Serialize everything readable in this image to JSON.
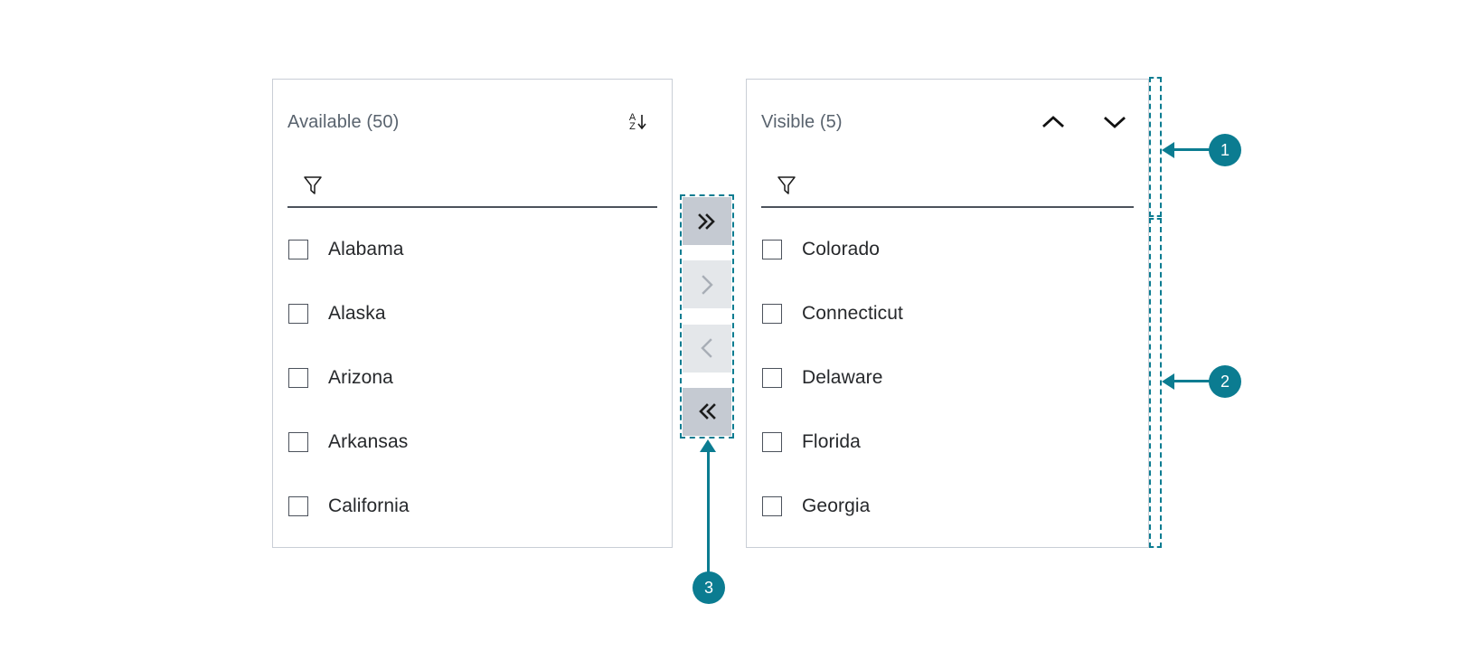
{
  "available_panel": {
    "title": "Available (50)",
    "sort_icon": "sort-az-icon",
    "sort_letter_top": "A",
    "sort_letter_bottom": "Z",
    "filter": {
      "icon": "filter-funnel-icon",
      "value": "",
      "placeholder": ""
    },
    "items": [
      {
        "label": "Alabama",
        "checked": false
      },
      {
        "label": "Alaska",
        "checked": false
      },
      {
        "label": "Arizona",
        "checked": false
      },
      {
        "label": "Arkansas",
        "checked": false
      },
      {
        "label": "California",
        "checked": false
      }
    ]
  },
  "visible_panel": {
    "title": "Visible (5)",
    "move_up_icon": "chevron-up-icon",
    "move_down_icon": "chevron-down-icon",
    "filter": {
      "icon": "filter-funnel-icon",
      "value": "",
      "placeholder": ""
    },
    "items": [
      {
        "label": "Colorado",
        "checked": false
      },
      {
        "label": "Connecticut",
        "checked": false
      },
      {
        "label": "Delaware",
        "checked": false
      },
      {
        "label": "Florida",
        "checked": false
      },
      {
        "label": "Georgia",
        "checked": false
      }
    ]
  },
  "transfer_buttons": [
    {
      "name": "move-all-right",
      "glyph": "»",
      "state": "enabled"
    },
    {
      "name": "move-selected-right",
      "glyph": "›",
      "state": "disabled"
    },
    {
      "name": "move-selected-left",
      "glyph": "‹",
      "state": "disabled"
    },
    {
      "name": "move-all-left",
      "glyph": "«",
      "state": "enabled"
    }
  ],
  "annotations": [
    {
      "number": "1",
      "target": "visible-panel-header-region"
    },
    {
      "number": "2",
      "target": "visible-panel-list-region"
    },
    {
      "number": "3",
      "target": "transfer-button-group"
    }
  ],
  "colors": {
    "accent": "#0b7c91",
    "panel_border": "#c9ced6",
    "title_text": "#59636e",
    "item_text": "#26282b",
    "btn_enabled_bg": "#c5cad2",
    "btn_disabled_bg": "#e4e7ea"
  }
}
